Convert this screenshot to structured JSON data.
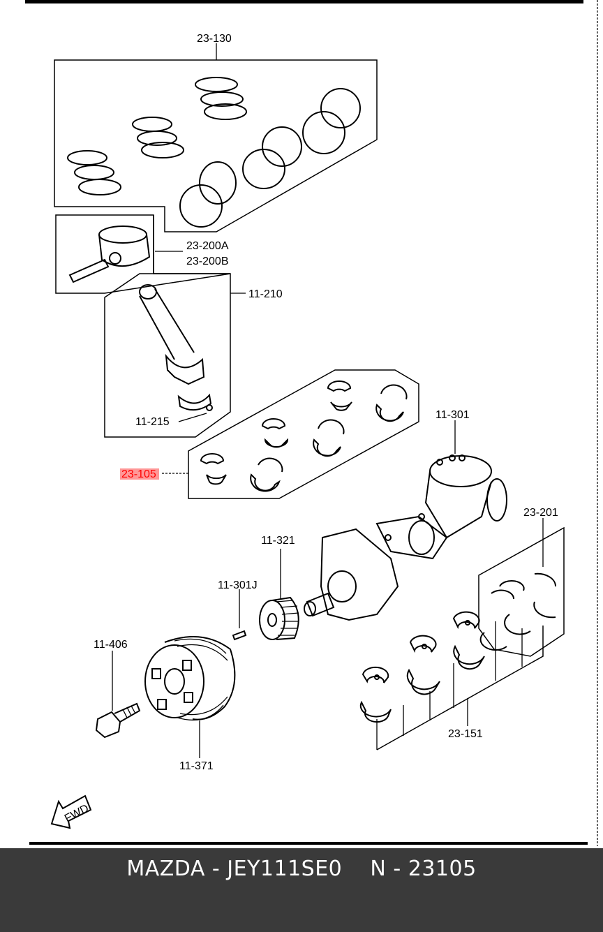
{
  "labels": {
    "l_23_130": "23-130",
    "l_23_200a": "23-200A",
    "l_23_200b": "23-200B",
    "l_11_210": "11-210",
    "l_11_215": "11-215",
    "l_23_105": "23-105",
    "l_11_301": "11-301",
    "l_23_201": "23-201",
    "l_11_321": "11-321",
    "l_11_301j": "11-301J",
    "l_11_406": "11-406",
    "l_11_371": "11-371",
    "l_23_151": "23-151",
    "fwd": "FWD"
  },
  "highlight_color": "#ff0000",
  "footer": {
    "text": "MAZDA - JEY111SE0    N - 23105"
  }
}
